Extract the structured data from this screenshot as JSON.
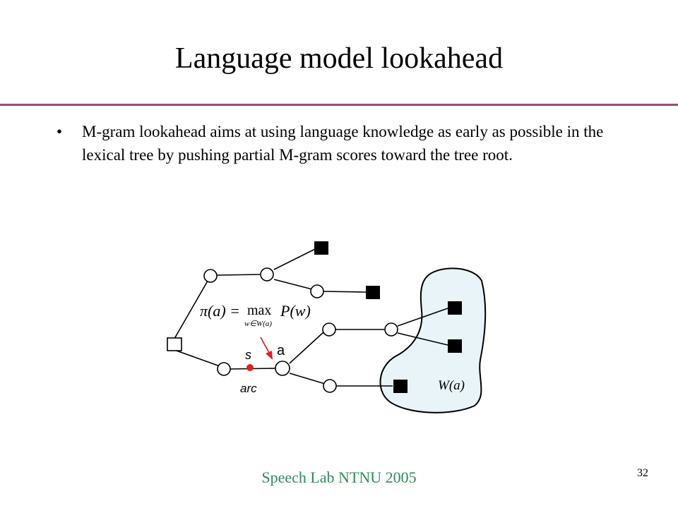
{
  "slide": {
    "title": "Language model lookahead",
    "bullets": [
      "M-gram lookahead aims at using language knowledge as early as possible in the lexical tree by pushing partial M-gram scores toward the tree root."
    ],
    "bullet_marker": "•"
  },
  "diagram": {
    "formula_pi": "π(a) = ",
    "formula_max": "max",
    "formula_sub": "w∈W(a)",
    "formula_p": "P(w)",
    "label_s": "s",
    "label_a": "a",
    "label_arc": "arc",
    "label_wa": "W(a)",
    "highlight_color": "#e8f4f8",
    "arrow_color": "#e02020"
  },
  "footer": {
    "org": "Speech Lab NTNU 2005",
    "page": "32"
  }
}
